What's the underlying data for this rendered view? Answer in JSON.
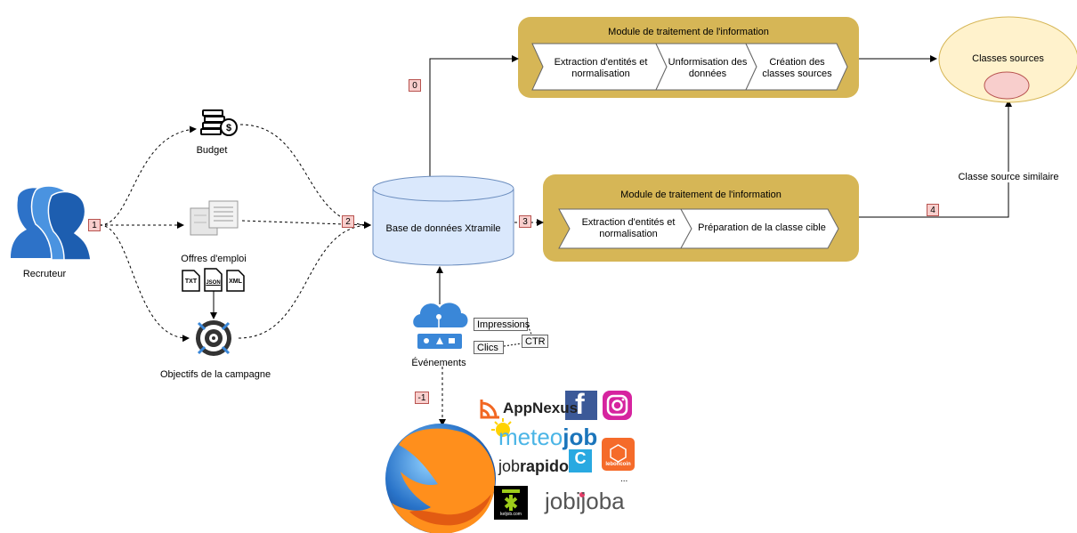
{
  "actors": {
    "recruiter": "Recruteur",
    "budget": "Budget",
    "job_offers": "Offres d'emploi",
    "objectives": "Objectifs de la campagne",
    "formats": [
      "TXT",
      "JSON",
      "XML"
    ]
  },
  "database": {
    "label": "Base de données Xtramile"
  },
  "steps": [
    "1",
    "2",
    "3",
    "0",
    "-1",
    "4"
  ],
  "module_top": {
    "title": "Module de traitement de l'information",
    "stages": [
      "Extraction d'entités et normalisation",
      "Unformisation des données",
      "Création des classes sources"
    ]
  },
  "module_bottom": {
    "title": "Module de traitement de l'information",
    "stages": [
      "Extraction d'entités et normalisation",
      "Préparation de la classe cible"
    ]
  },
  "classes": {
    "label": "Classes sources",
    "similar": "Classe source similaire"
  },
  "events": {
    "label": "Événements",
    "metrics": [
      "Impressions",
      "Clics",
      "CTR"
    ]
  },
  "sources": {
    "appnexus": "AppNexus",
    "facebook": "f",
    "meteojob_a": "meteo",
    "meteojob_b": "job",
    "jobrapido_a": "job",
    "jobrapido_b": "rapido",
    "cadremploi": "C",
    "leboncoin": "leboncoin",
    "keljob": "keljob.com",
    "jobijoba": "jobijoba",
    "more": "..."
  },
  "colors": {
    "module": "#d6b656",
    "classes_fill": "#fff2cc",
    "classes_stroke": "#d6b656",
    "inner_class": "#f8cecc",
    "step_fill": "#f8cecc",
    "db_fill": "#dae8fc",
    "db_stroke": "#6c8ebf",
    "recruiter": "#2d72c8",
    "cloud": "#3a87d8"
  }
}
